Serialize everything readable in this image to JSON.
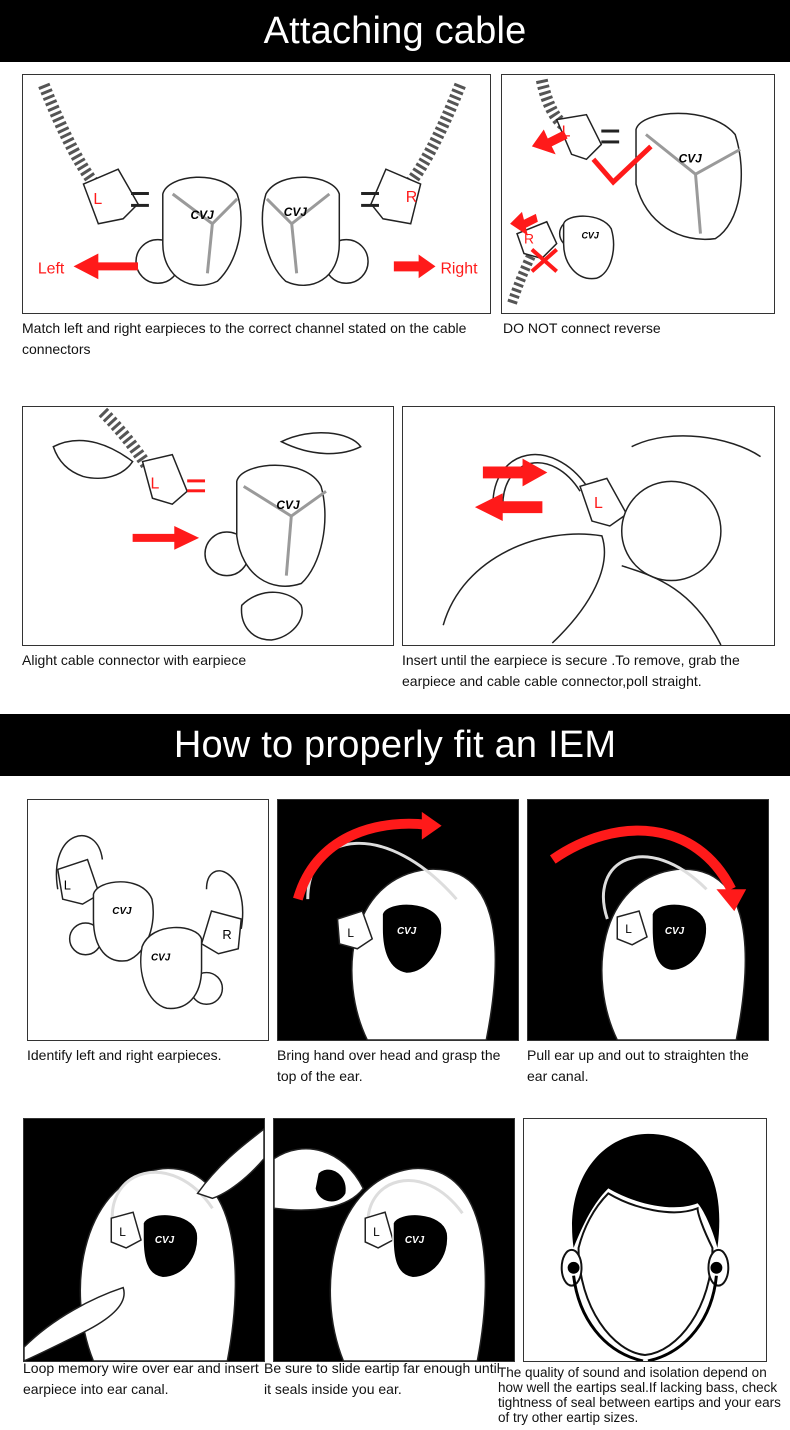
{
  "section1": {
    "title": "Attaching cable",
    "panel1": {
      "left_label": "Left",
      "right_label": "Right",
      "l_mark": "L",
      "r_mark": "R",
      "caption": "Match left and right earpieces to the correct channel stated on the cable connectors"
    },
    "panel2": {
      "l_mark": "L",
      "r_mark": "R",
      "caption": "DO NOT connect reverse"
    },
    "panel3": {
      "l_mark": "L",
      "caption": "Alight cable connector with earpiece"
    },
    "panel4": {
      "l_mark": "L",
      "caption": "Insert until the earpiece is secure .To remove, grab the earpiece and cable cable connector,poll straight."
    }
  },
  "section2": {
    "title": "How to properly fit an IEM",
    "steps": [
      {
        "caption": "Identify left and right earpieces.",
        "l_mark": "L",
        "r_mark": "R"
      },
      {
        "caption": "Bring hand over head and grasp the top of the ear.",
        "l_mark": "L"
      },
      {
        "caption": "Pull ear up and out to straighten the ear canal.",
        "l_mark": "L"
      },
      {
        "caption": "Loop memory wire over ear and insert earpiece into ear canal.",
        "l_mark": "L"
      },
      {
        "caption": "Be sure to slide eartip far enough until it seals inside you ear.",
        "l_mark": "L"
      },
      {
        "caption": "The quality of sound and isolation depend on how well the eartips seal.If lacking bass, check tightness of seal between eartips and your ears of try other eartip sizes."
      }
    ]
  },
  "brand": {
    "logo": "CVJ"
  },
  "colors": {
    "banner": "#000000",
    "arrow": "#ff1a1a",
    "line": "#222222",
    "gray": "#9a9a9a"
  }
}
